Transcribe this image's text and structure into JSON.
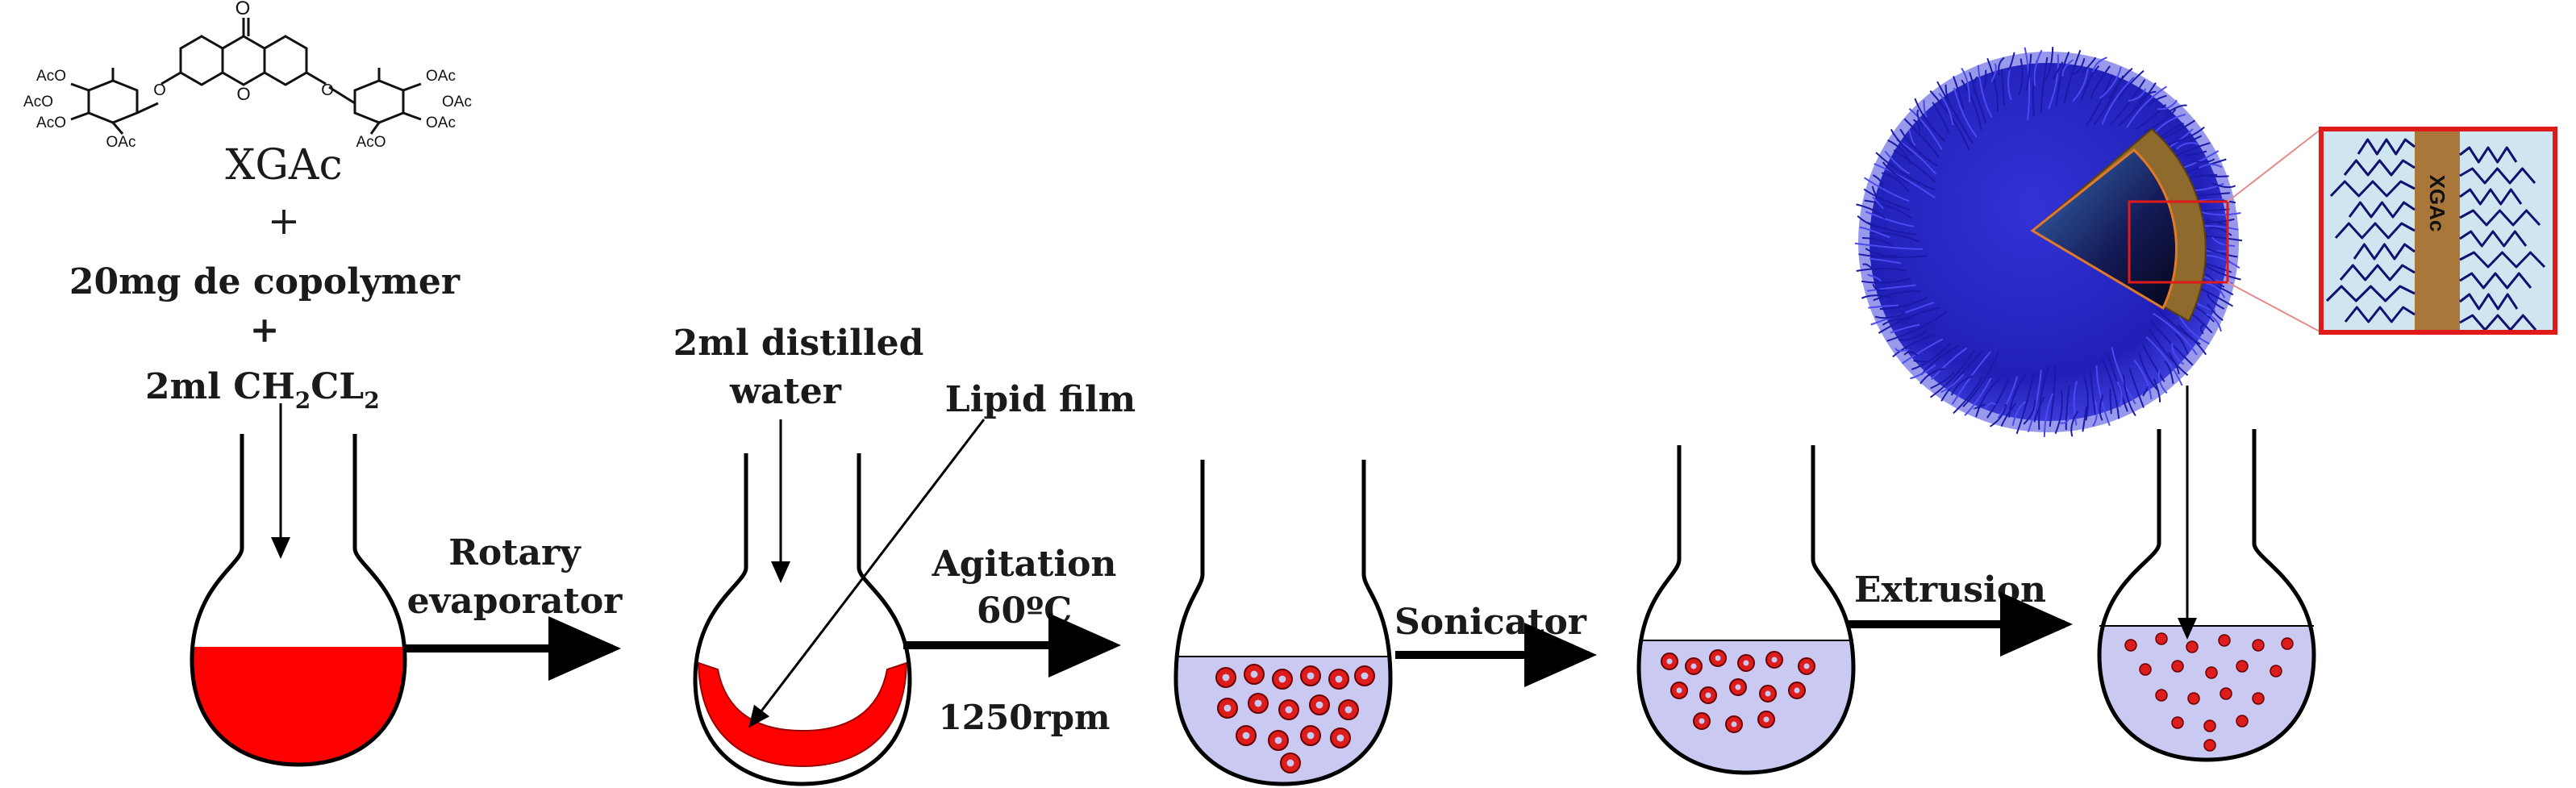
{
  "reagents": {
    "compound": "XGAc",
    "acetyl_group": "AcO",
    "acetyl_group_right": "OAc",
    "ring_oxygen": "O",
    "carbonyl": "O",
    "plus_1": "+",
    "copolymer": "20mg de copolymer",
    "plus_2": "+",
    "solvent_prefix": "2ml CH",
    "solvent_sub1": "2",
    "solvent_mid": "CL",
    "solvent_sub2": "2"
  },
  "steps": {
    "rotary_line1": "Rotary",
    "rotary_line2": "evaporator",
    "water_line1": "2ml distilled",
    "water_line2": "water",
    "lipid_film": "Lipid film",
    "agitation": "Agitation",
    "temperature": "60ºC",
    "speed": "1250rpm",
    "sonicator": "Sonicator",
    "extrusion": "Extrusion"
  },
  "inset": {
    "layer_label": "XGAc"
  },
  "colors": {
    "solution_red": "#ff0000",
    "vesicle_red": "#dd1c1c",
    "aqueous_lavender": "#c9c9f2",
    "polymer_blue": "#2323c8",
    "layer_gold": "#a9773a",
    "inset_frame": "#e01a1a"
  }
}
